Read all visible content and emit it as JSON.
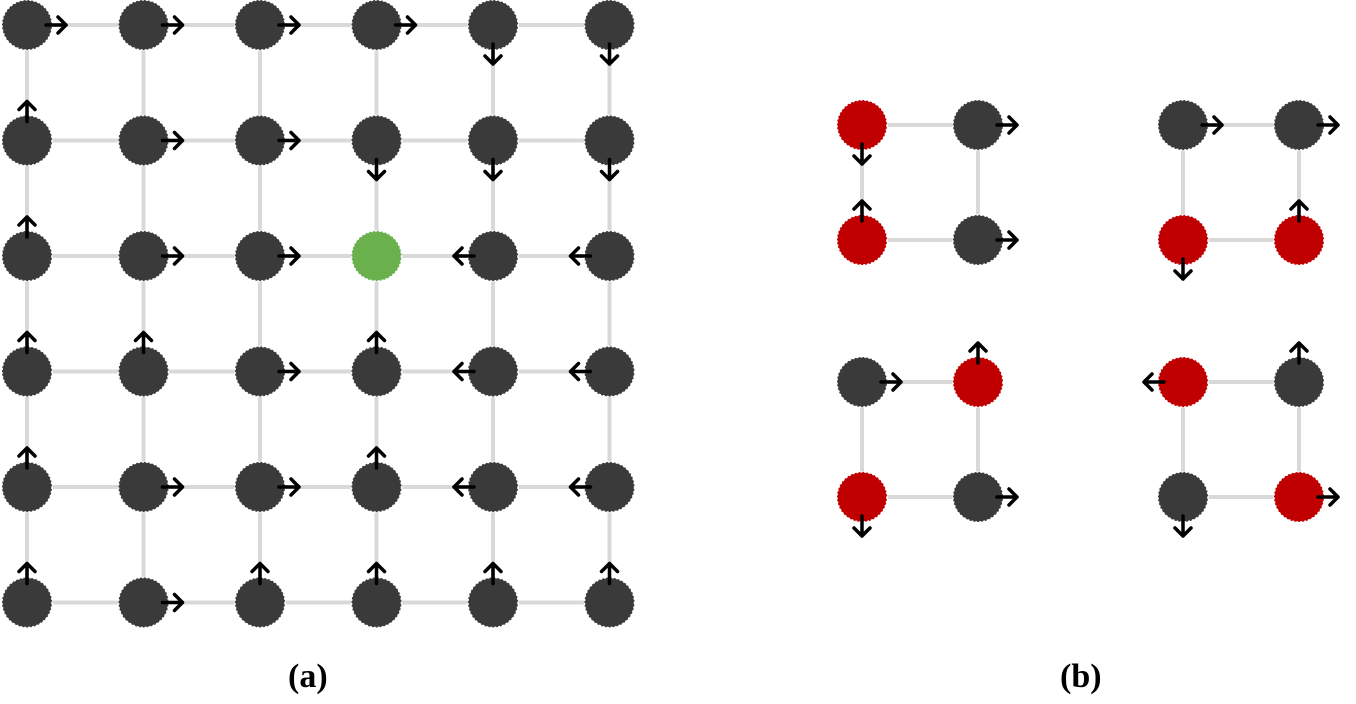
{
  "colors": {
    "node": "#3a3a3a",
    "node_highlight_green": "#6ab04c",
    "node_highlight_red": "#c00000",
    "edge": "#d9d9d9",
    "arrow": "#000000",
    "node_outline": "#ffffff"
  },
  "panel_a": {
    "caption": "(a)",
    "rows": 6,
    "cols": 6,
    "highlight": {
      "row": 2,
      "col": 3,
      "color": "green"
    },
    "arrows": [
      [
        "right",
        "right",
        "right",
        "right",
        "down",
        "down"
      ],
      [
        "up",
        "right",
        "right",
        "down",
        "down",
        "down"
      ],
      [
        "up",
        "right",
        "right",
        "none",
        "left",
        "left"
      ],
      [
        "up",
        "up",
        "right",
        "up",
        "left",
        "left"
      ],
      [
        "up",
        "right",
        "right",
        "up",
        "left",
        "left"
      ],
      [
        "up",
        "right",
        "up",
        "up",
        "up",
        "up"
      ]
    ]
  },
  "panel_b": {
    "caption": "(b)",
    "squares": [
      {
        "nodes": [
          {
            "pos": "top-left",
            "red": true,
            "arrow": "down"
          },
          {
            "pos": "top-right",
            "red": false,
            "arrow": "right"
          },
          {
            "pos": "bottom-left",
            "red": true,
            "arrow": "up"
          },
          {
            "pos": "bottom-right",
            "red": false,
            "arrow": "right"
          }
        ]
      },
      {
        "nodes": [
          {
            "pos": "top-left",
            "red": false,
            "arrow": "right"
          },
          {
            "pos": "top-right",
            "red": false,
            "arrow": "right"
          },
          {
            "pos": "bottom-left",
            "red": true,
            "arrow": "down"
          },
          {
            "pos": "bottom-right",
            "red": true,
            "arrow": "up"
          }
        ]
      },
      {
        "nodes": [
          {
            "pos": "top-left",
            "red": false,
            "arrow": "right"
          },
          {
            "pos": "top-right",
            "red": true,
            "arrow": "up"
          },
          {
            "pos": "bottom-left",
            "red": true,
            "arrow": "down"
          },
          {
            "pos": "bottom-right",
            "red": false,
            "arrow": "right"
          }
        ]
      },
      {
        "nodes": [
          {
            "pos": "top-left",
            "red": true,
            "arrow": "left"
          },
          {
            "pos": "top-right",
            "red": false,
            "arrow": "up"
          },
          {
            "pos": "bottom-left",
            "red": false,
            "arrow": "down"
          },
          {
            "pos": "bottom-right",
            "red": true,
            "arrow": "right"
          }
        ]
      }
    ]
  }
}
